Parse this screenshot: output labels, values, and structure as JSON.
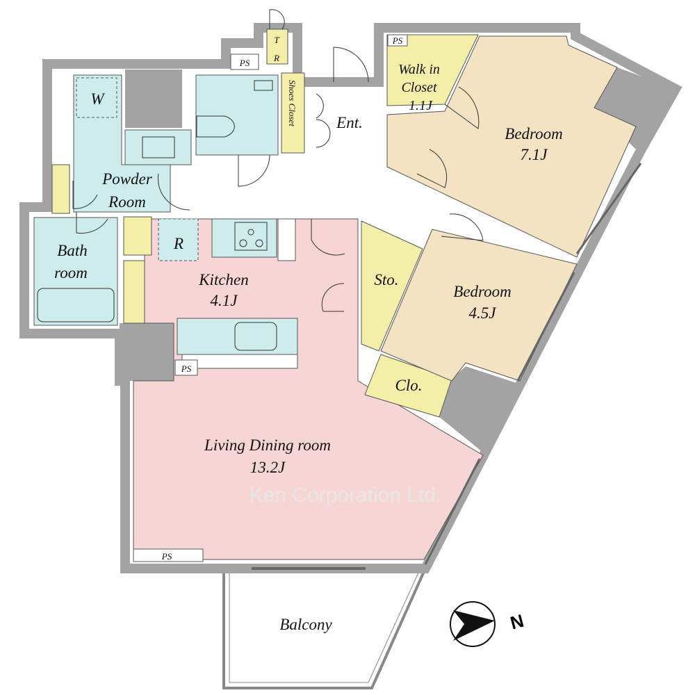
{
  "colors": {
    "wall": "#a3a3a3",
    "teal": "#cdeceb",
    "yellow": "#f3eea8",
    "tan": "#f3e3c3",
    "pink": "#f8d5d5"
  },
  "rooms": {
    "powder_room": {
      "line1": "Powder",
      "line2": "Room"
    },
    "washer": "W",
    "fridge": "R",
    "bathroom": {
      "line1": "Bath",
      "line2": "room"
    },
    "kitchen": {
      "name": "Kitchen",
      "size": "4.1J"
    },
    "living": {
      "name": "Living Dining room",
      "size": "13.2J"
    },
    "entrance": "Ent.",
    "shoes_closet": "Shoes Closet",
    "trunk_room": {
      "line1": "T",
      "line2": "R"
    },
    "walk_in_closet": {
      "line1": "Walk in",
      "line2": "Closet",
      "size": "1.1J"
    },
    "bedroom1": {
      "name": "Bedroom",
      "size": "7.1J"
    },
    "bedroom2": {
      "name": "Bedroom",
      "size": "4.5J"
    },
    "storage": "Sto.",
    "closet": "Clo.",
    "balcony": "Balcony"
  },
  "ps_labels": [
    "PS",
    "PS",
    "PS",
    "PS"
  ],
  "compass": {
    "label": "N"
  },
  "watermark": "Ken Corporation Ltd."
}
